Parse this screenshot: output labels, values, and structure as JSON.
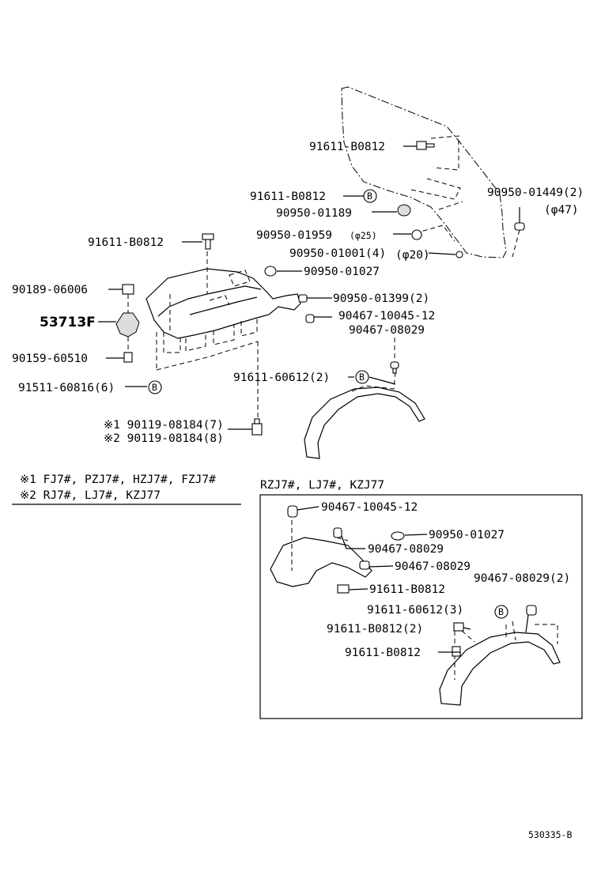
{
  "labels": {
    "p01": "91611-B0812",
    "p02": "91611-B0812",
    "p03": "90950-01449(2)",
    "p03b": "(φ47)",
    "p04": "90950-01189",
    "p05": "90950-01959",
    "p05s": "(φ25)",
    "p06": "90950-01001(4)",
    "p06s": "(φ20)",
    "p07": "91611-B0812",
    "p08": "90950-01027",
    "p09": "90189-06006",
    "p10": "90950-01399(2)",
    "p11": "53713F",
    "p12": "90467-10045-12",
    "p13": "90467-08029",
    "p14": "90159-60510",
    "p15": "91611-60612(2)",
    "p16": "91511-60816(6)",
    "p17": "※1 90119-08184(7)",
    "p18": "※2 90119-08184(8)",
    "note1": "※1 FJ7#, PZJ7#, HZJ7#, FZJ7#",
    "note2": "※2 RJ7#, LJ7#, KZJ77",
    "box_title": "RZJ7#, LJ7#, KZJ77",
    "b01": "90467-10045-12",
    "b02": "90950-01027",
    "b03": "90467-08029",
    "b04": "90467-08029",
    "b05": "90467-08029(2)",
    "b06": "91611-B0812",
    "b07": "91611-60612(3)",
    "b08": "91611-B0812(2)",
    "b09": "91611-B0812",
    "ref_b": "B",
    "code": "530335-B"
  }
}
